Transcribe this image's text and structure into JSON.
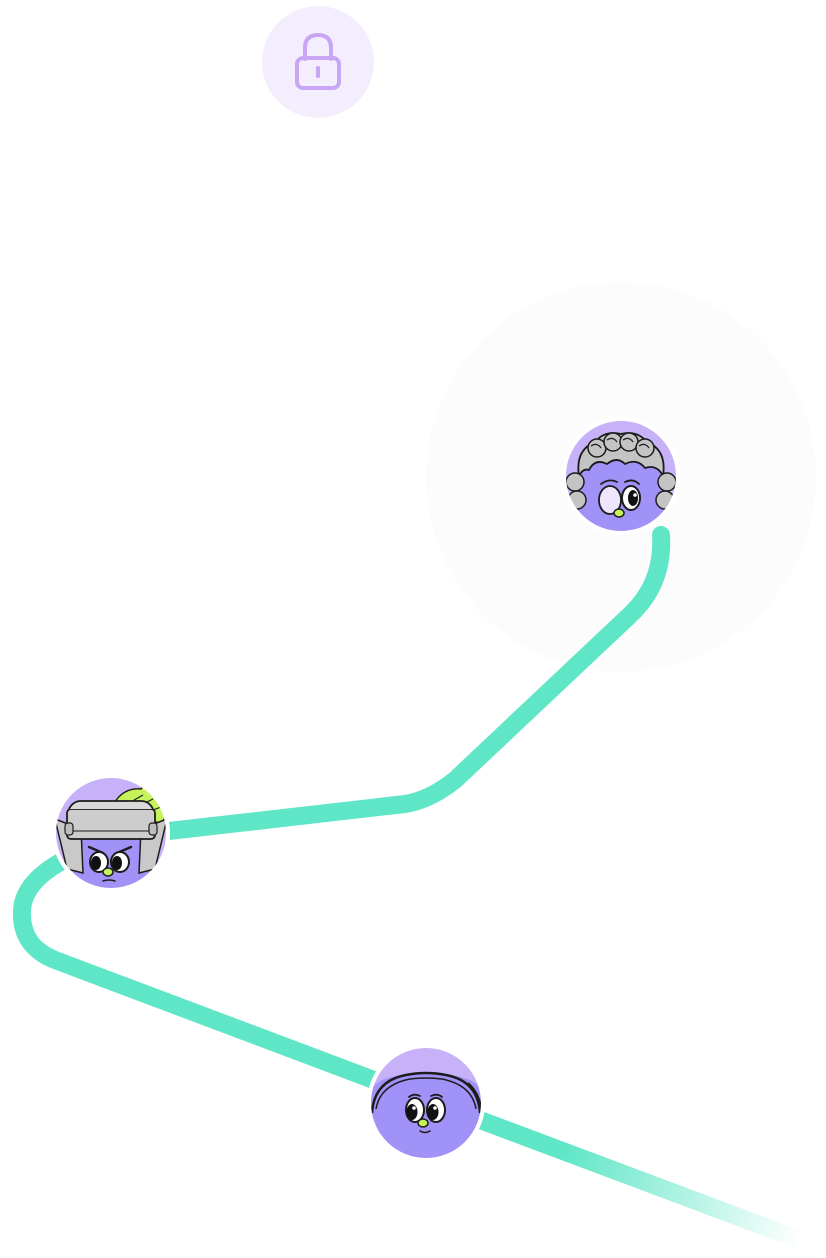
{
  "path": {
    "color": "#5fe6c6",
    "node_fill": "#a192f8",
    "node_top_fill": "#c7b1f8",
    "lock_bg": "#f3edfd",
    "lock_color": "#c8a6f5"
  },
  "levels": [
    {
      "name": "level-1-hat-character",
      "state": "unlocked"
    },
    {
      "name": "level-2-bucket-hat-character",
      "state": "unlocked"
    },
    {
      "name": "level-3-wig-character",
      "state": "current"
    },
    {
      "name": "level-4-locked",
      "state": "locked",
      "icon": "lock-icon"
    }
  ]
}
